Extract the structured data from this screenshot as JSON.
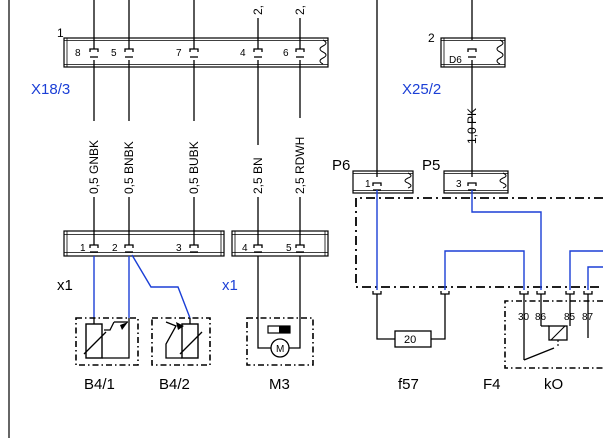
{
  "top_wires": {
    "a": "2,",
    "b": "2,"
  },
  "x18": {
    "name": "X18/3",
    "index": "1",
    "pins": [
      "8",
      "5",
      "7",
      "4",
      "6"
    ]
  },
  "x25": {
    "name": "X25/2",
    "index": "2",
    "pin": "D6",
    "wire": "1,0 PK"
  },
  "wires": [
    "0,5 GNBK",
    "0,5 BNBK",
    "0,5 BUBK",
    "2,5 BN",
    "2,5 RDWH"
  ],
  "p6": {
    "name": "P6",
    "pin": "1"
  },
  "p5": {
    "name": "P5",
    "pin": "3"
  },
  "x1_left": {
    "name": "x1",
    "pins": [
      "1",
      "2",
      "3"
    ]
  },
  "x1_right": {
    "name": "x1",
    "pins": [
      "4",
      "5"
    ]
  },
  "fuse": {
    "value": "20"
  },
  "relay_pins": [
    "30",
    "86",
    "85",
    "87"
  ],
  "motor": {
    "symbol": "M"
  },
  "components": {
    "b41": "B4/1",
    "b42": "B4/2",
    "m3": "M3",
    "f57": "f57",
    "f4": "F4",
    "ko": "kO"
  },
  "colors": {
    "blue_wire": "#1b3fd6",
    "line": "#000000"
  }
}
